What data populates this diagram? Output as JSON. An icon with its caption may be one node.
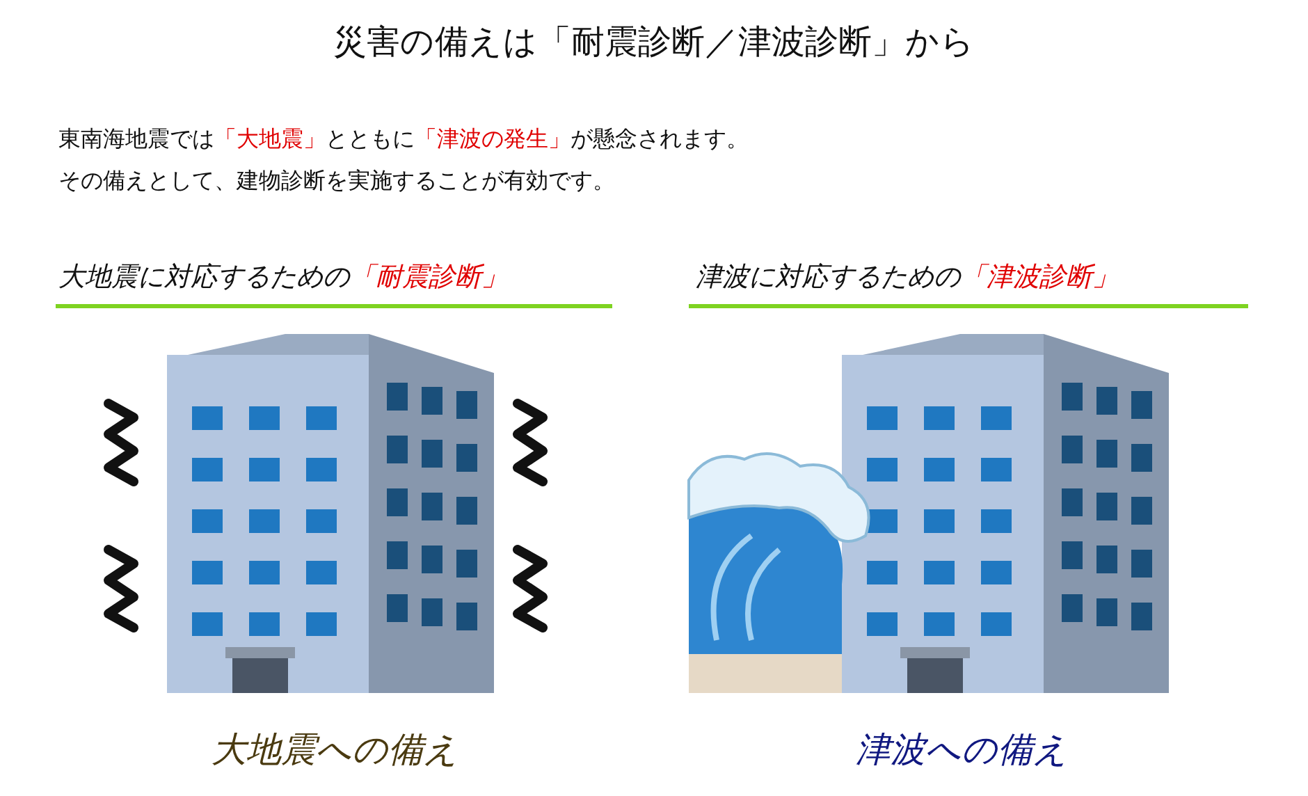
{
  "diagram": {
    "title": "災害の備えは「耐震診断／津波診断」から",
    "labels": [
      "東南海地震では**「大地震」**とともに**「津波の発生」**が懸念されます。",
      "その備えとして、建物診断を実施することが有効です。",
      "大地震に対応するための**「耐震診断」**",
      "津波に対応するための**「津波診断」**",
      "大地震への備え",
      "津波への備え"
    ]
  }
}
